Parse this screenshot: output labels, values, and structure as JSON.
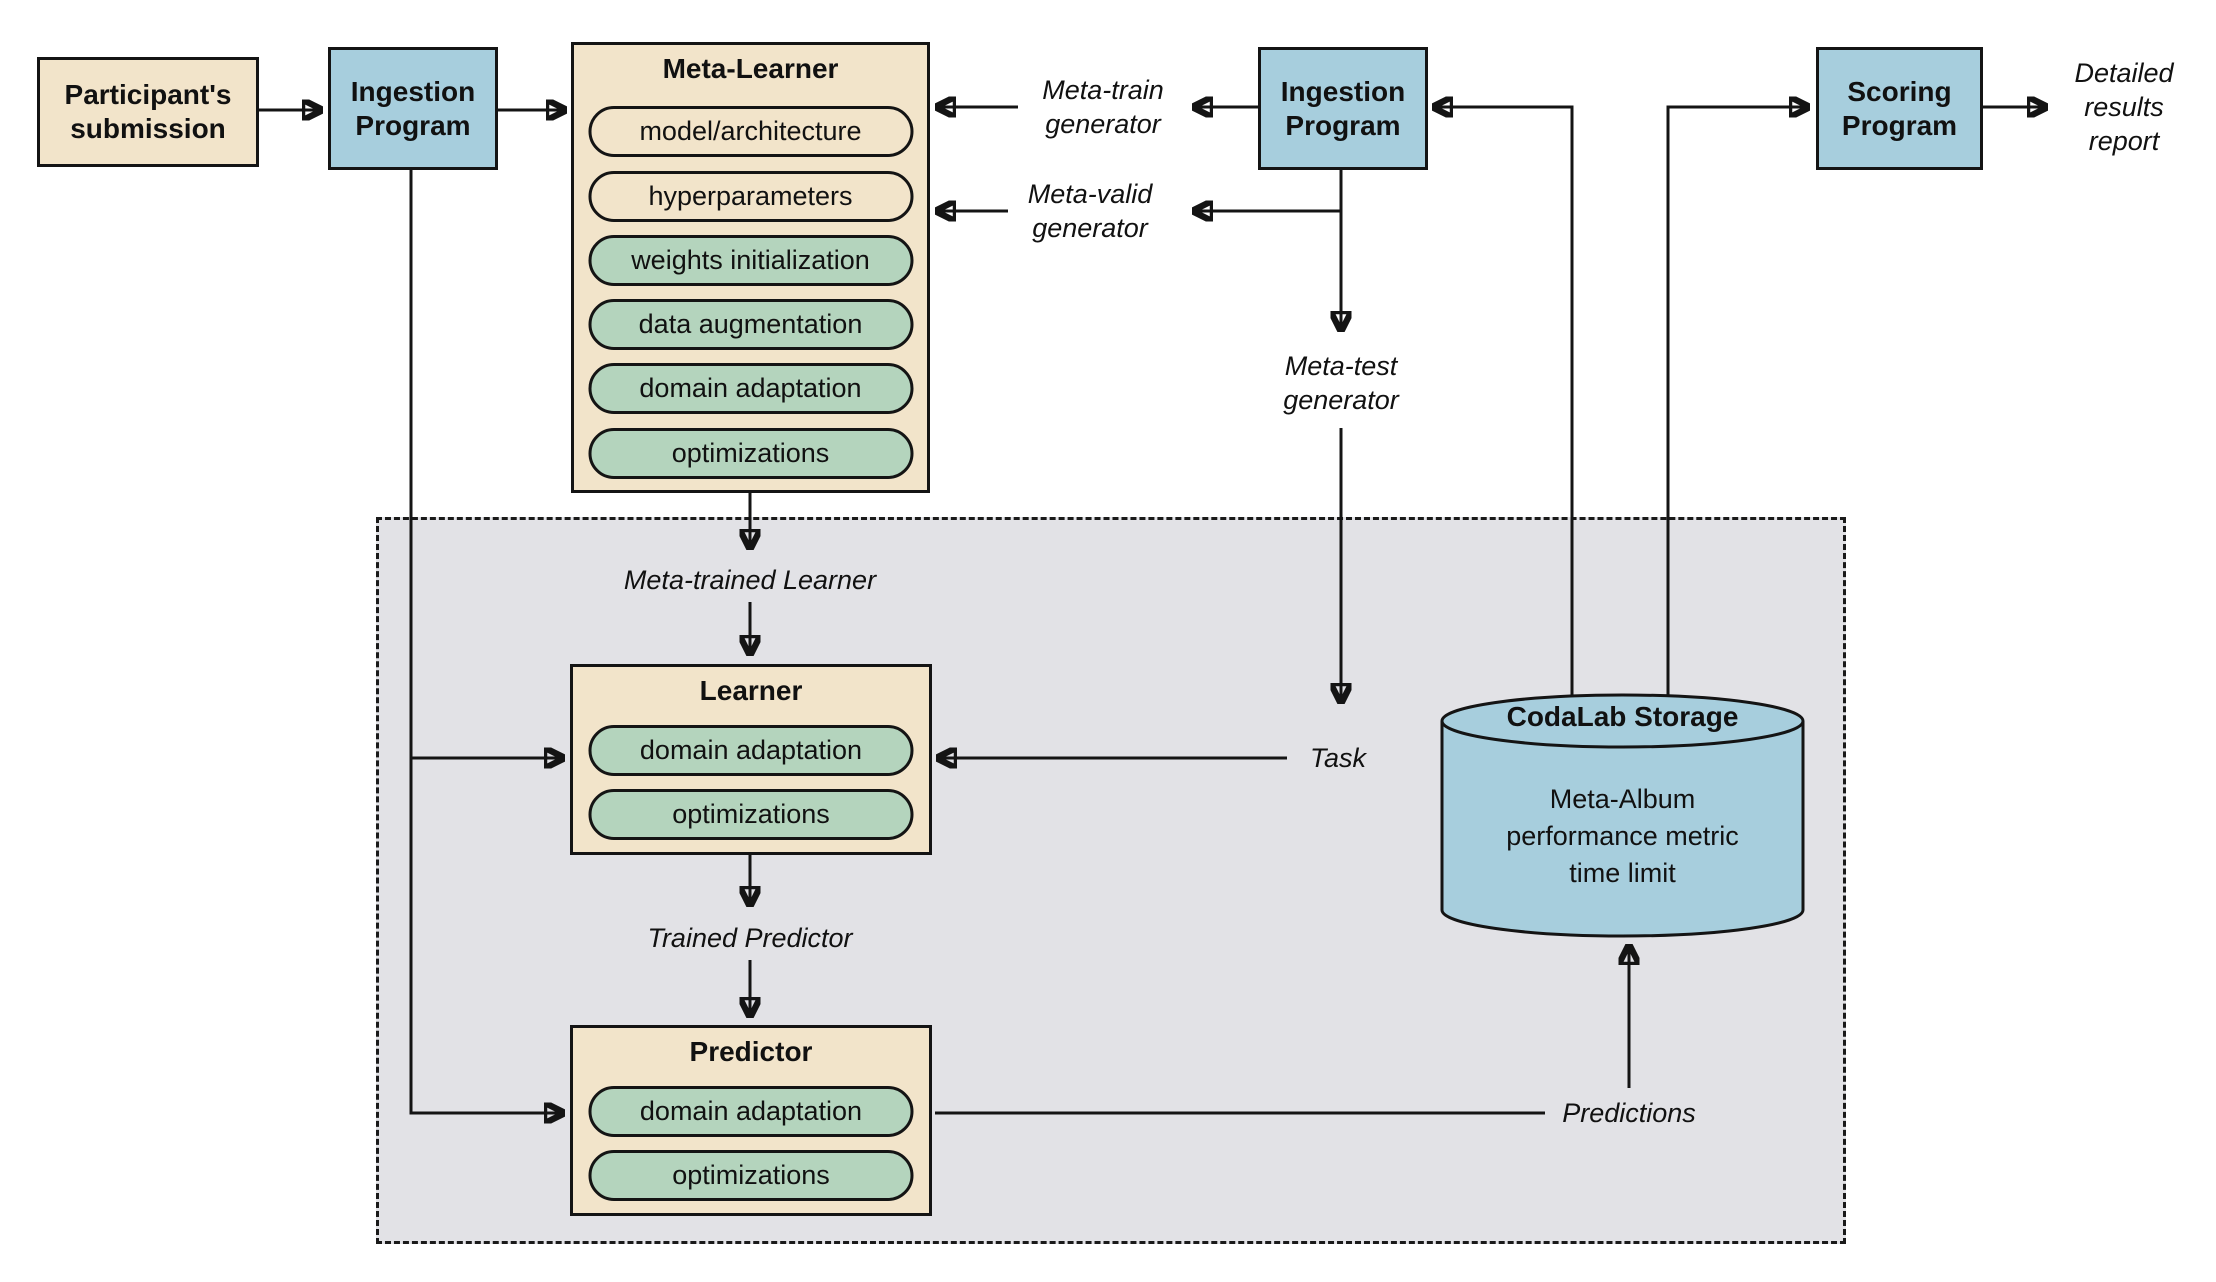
{
  "colors": {
    "tan": "#f2e4ca",
    "blue": "#a7cedd",
    "green": "#b4d4bd",
    "region": "#e2e2e6",
    "line": "#141414"
  },
  "diagram": {
    "participant": {
      "label": "Participant's\nsubmission"
    },
    "ingestion_left": {
      "label": "Ingestion\nProgram"
    },
    "ingestion_middle": {
      "label": "Ingestion\nProgram"
    },
    "scoring": {
      "label": "Scoring\nProgram"
    },
    "meta_learner": {
      "title": "Meta-Learner",
      "pills": [
        "model/architecture",
        "hyperparameters",
        "weights initialization",
        "data augmentation",
        "domain adaptation",
        "optimizations"
      ]
    },
    "learner": {
      "title": "Learner",
      "pills": [
        "domain adaptation",
        "optimizations"
      ]
    },
    "predictor": {
      "title": "Predictor",
      "pills": [
        "domain adaptation",
        "optimizations"
      ]
    },
    "storage": {
      "title": "CodaLab Storage",
      "body": "Meta-Album\nperformance metric\ntime limit"
    },
    "labels": {
      "meta_train": "Meta-train\ngenerator",
      "meta_valid": "Meta-valid\ngenerator",
      "meta_test": "Meta-test\ngenerator",
      "detailed_results": "Detailed\nresults\nreport",
      "meta_trained_learner": "Meta-trained Learner",
      "trained_predictor": "Trained Predictor",
      "task": "Task",
      "predictions": "Predictions"
    }
  }
}
